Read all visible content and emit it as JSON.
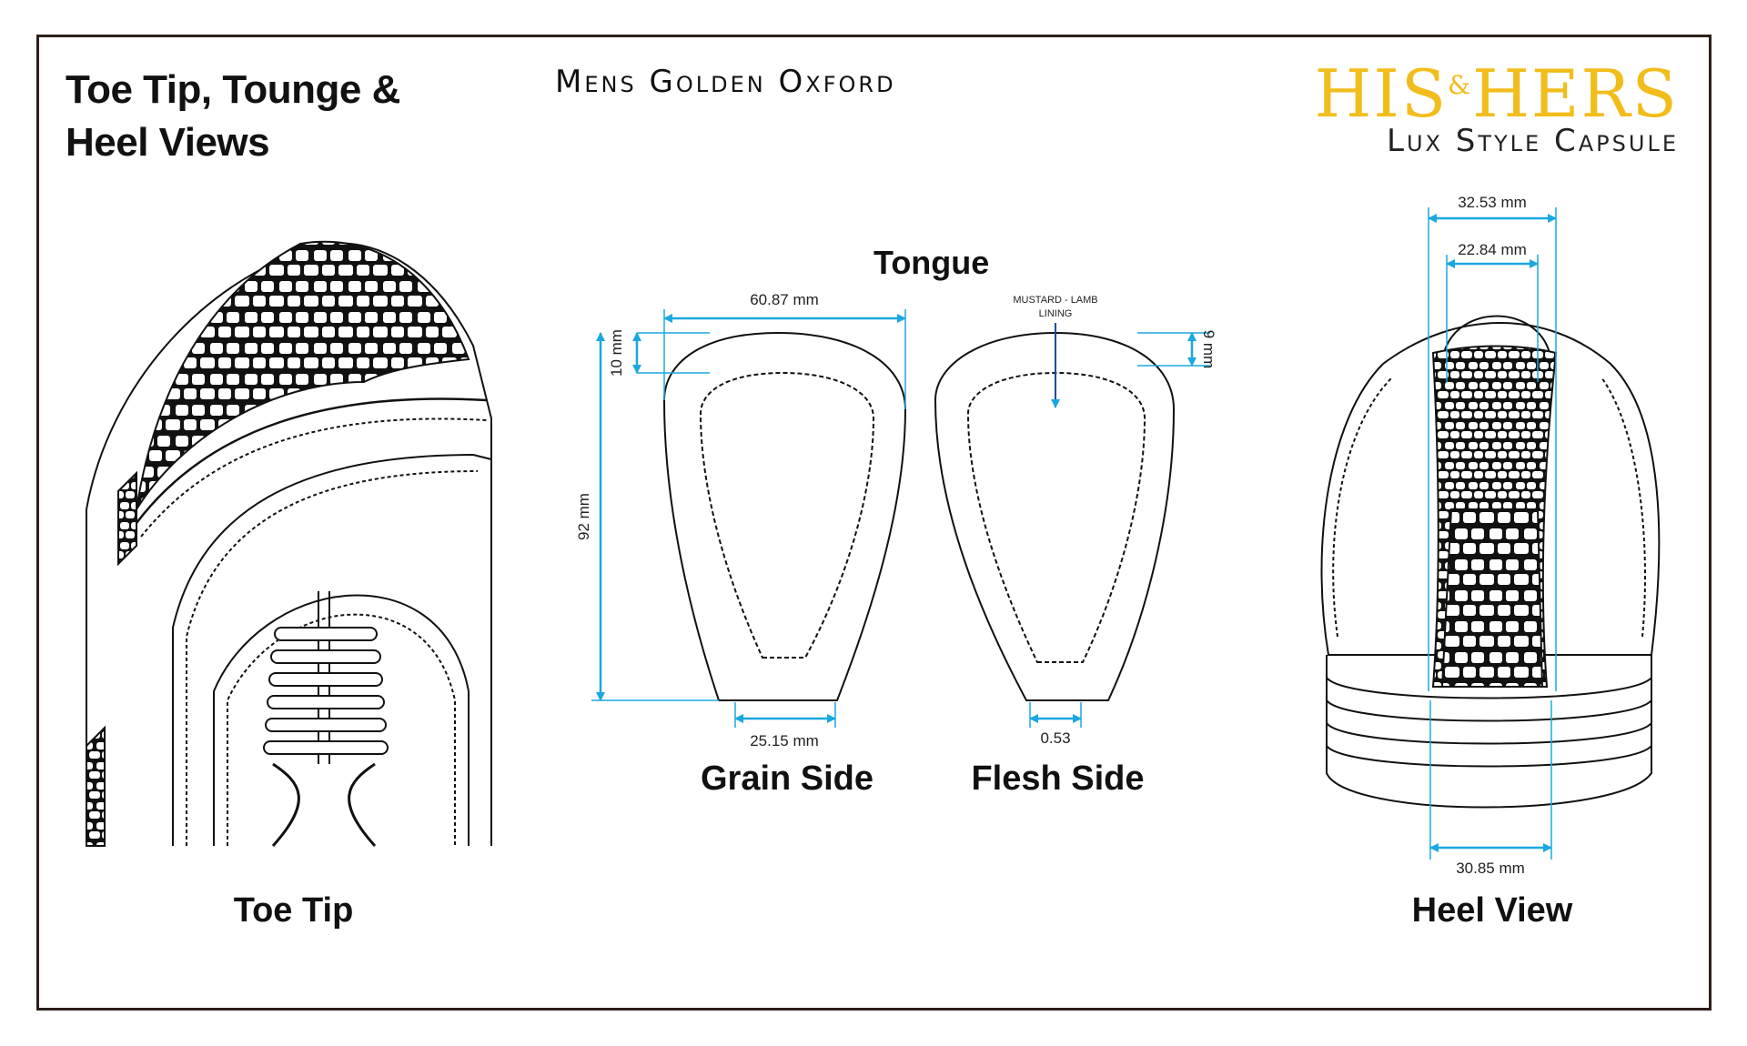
{
  "header": {
    "title": "Toe Tip, Tounge & Heel Views",
    "subtitle": "Mens Golden Oxford"
  },
  "logo": {
    "his": "HIS",
    "amp": "&",
    "hers": "HERS",
    "tagline": "Lux Style Capsule"
  },
  "labels": {
    "toe_tip": "Toe Tip",
    "tongue": "Tongue",
    "grain_side": "Grain Side",
    "flesh_side": "Flesh Side",
    "heel_view": "Heel View"
  },
  "dimensions": {
    "tongue_width": "60.87 mm",
    "tongue_top": "10 mm",
    "tongue_height": "92 mm",
    "tongue_bottom": "25.15 mm",
    "flesh_top": "9 mm",
    "flesh_bottom": "0.53",
    "lining_line1": "MUSTARD - LAMB",
    "lining_line2": "LINING",
    "heel_top_outer": "32.53 mm",
    "heel_top_inner": "22.84 mm",
    "heel_bottom": "30.85 mm"
  },
  "colors": {
    "accent": "#f2bd1b",
    "dimension": "#1aa8e0",
    "frame": "#2b1f18"
  }
}
